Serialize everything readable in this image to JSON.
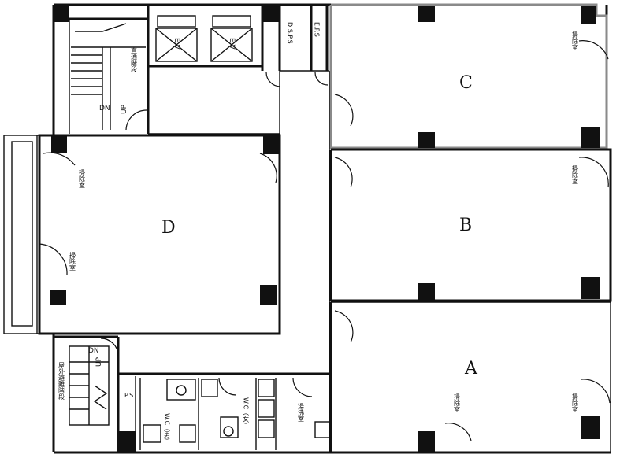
{
  "units": {
    "a": "A",
    "b": "B",
    "c": "C",
    "d": "D"
  },
  "annotations": {
    "storage": "掃除室",
    "elevator": "E.V",
    "dsps": "D.S.P.S",
    "eps": "E.P.S",
    "stair_main": "直通階段",
    "stair_outdoor": "屋外避難階段",
    "up": "UP",
    "dn": "DN",
    "ps": "P.S",
    "wc_men": "W.C（男）",
    "wc_women": "W.C（女）",
    "pantry": "湯沸室"
  },
  "colors": {
    "wall": "#111111",
    "highlight": "#8a8a8a"
  }
}
